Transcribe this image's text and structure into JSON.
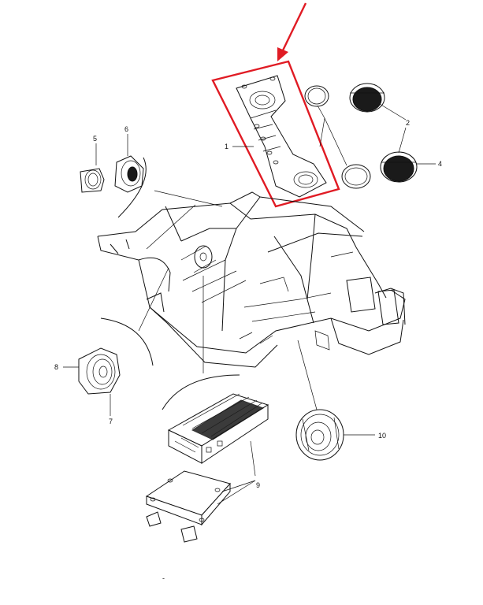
{
  "colors": {
    "highlight": "#e01b24",
    "ink": "#111111",
    "background": "#ffffff"
  },
  "callouts": [
    "1",
    "2",
    "4",
    "5",
    "6",
    "8",
    "7",
    "10",
    "9"
  ],
  "footer_mark": "-"
}
